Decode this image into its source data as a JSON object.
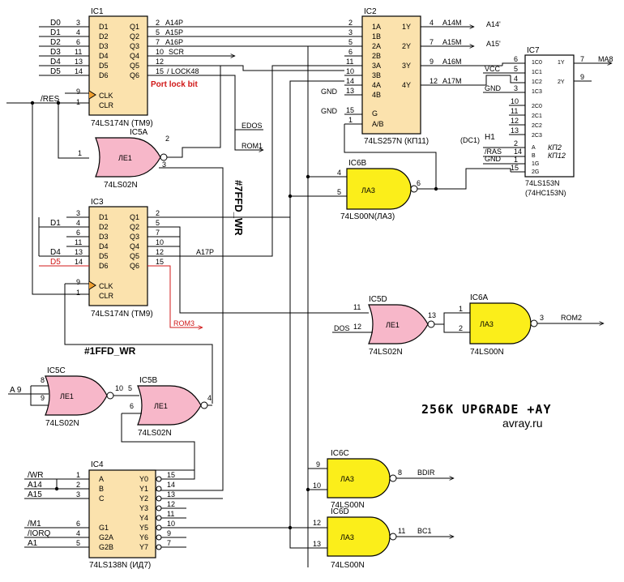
{
  "title": "256K UPGRADE +AY",
  "site": "avray.ru",
  "notes": {
    "port_lock": "Port lock bit",
    "w7ffd": "#7FFD_WR",
    "w1ffd": "#1FFD_WR"
  },
  "chips": {
    "ic1": {
      "name": "IC1",
      "part": "74LS174N (ТМ9)",
      "left": [
        "D1",
        "D2",
        "D3",
        "D4",
        "D5",
        "D6"
      ],
      "right": [
        "Q1",
        "Q2",
        "Q3",
        "Q4",
        "Q5",
        "Q6"
      ],
      "clk": "CLK",
      "clr": "CLR"
    },
    "ic2": {
      "name": "IC2",
      "part": "74LS257N (КП11)",
      "left": [
        "1A",
        "1B",
        "2A",
        "2B",
        "3A",
        "3B",
        "4A",
        "4B"
      ],
      "right": [
        "1Y",
        "2Y",
        "3Y",
        "4Y"
      ],
      "g": "G",
      "ab": "A/B"
    },
    "ic3": {
      "name": "IC3",
      "part": "74LS174N (ТМ9)",
      "left": [
        "D1",
        "D2",
        "D3",
        "D4",
        "D5",
        "D6"
      ],
      "right": [
        "Q1",
        "Q2",
        "Q3",
        "Q4",
        "Q5",
        "Q6"
      ],
      "clk": "CLK",
      "clr": "CLR"
    },
    "ic4": {
      "name": "IC4",
      "part": "74LS138N (ИД7)",
      "left": [
        "A",
        "B",
        "C",
        "G1",
        "G2A",
        "G2B"
      ],
      "right": [
        "Y0",
        "Y1",
        "Y2",
        "Y3",
        "Y4",
        "Y5",
        "Y6",
        "Y7"
      ]
    },
    "ic7": {
      "name": "IC7",
      "part": "74LS153N",
      "part2": "(74HC153N)",
      "left": [
        "1C0",
        "1C1",
        "1C2",
        "1C3",
        "2C0",
        "2C1",
        "2C2",
        "2C3",
        "A",
        "B",
        "1G",
        "2G"
      ],
      "right": [
        "1Y",
        "2Y"
      ],
      "kp": "КП2",
      "kp2": "КП12"
    }
  },
  "gates": {
    "ic5a": {
      "name": "IC5A",
      "sym": "ЛЕ1",
      "part": "74LS02N"
    },
    "ic5b": {
      "name": "IC5B",
      "sym": "ЛЕ1",
      "part": "74LS02N"
    },
    "ic5c": {
      "name": "IC5C",
      "sym": "ЛЕ1",
      "part": "74LS02N"
    },
    "ic5d": {
      "name": "IC5D",
      "sym": "ЛЕ1",
      "part": "74LS02N"
    },
    "ic6a": {
      "name": "IC6A",
      "sym": "ЛА3",
      "part": "74LS00N"
    },
    "ic6b": {
      "name": "IC6B",
      "sym": "ЛА3",
      "part": "74LS00N(ЛА3)"
    },
    "ic6c": {
      "name": "IC6C",
      "sym": "ЛА3",
      "part": "74LS00N"
    },
    "ic6d": {
      "name": "IC6D",
      "sym": "ЛА3",
      "part": "74LS00N"
    }
  },
  "signals": {
    "inputs_ic1": [
      "D0",
      "D1",
      "D2",
      "D3",
      "D4",
      "D5"
    ],
    "res": "/RES",
    "out_ic1": [
      "A14P",
      "A15P",
      "A16P",
      "SCR",
      "",
      "/ LOCK48"
    ],
    "edos": "EDOS",
    "rom1": "ROM1",
    "a14_out": "A14'",
    "a15_out": "A15'",
    "a14m": "A14M",
    "a15m": "A15M",
    "a16m": "A16M",
    "a17m": "A17M",
    "gnd": "GND",
    "vcc": "VCC",
    "ma8": "MA8",
    "h1": "H1",
    "dc1": "(DC1)",
    "ras": "/RAS",
    "inputs_ic3": [
      "D1",
      "D4",
      "D5"
    ],
    "a17p": "A17P",
    "rom3": "ROM3",
    "dos": "DOS",
    "rom2": "ROM2",
    "a9": "A 9",
    "ic4_in": [
      "/WR",
      "A14",
      "A15",
      "/M1",
      "/IORQ",
      "A1"
    ],
    "bdir": "BDIR",
    "bc1": "BC1"
  }
}
